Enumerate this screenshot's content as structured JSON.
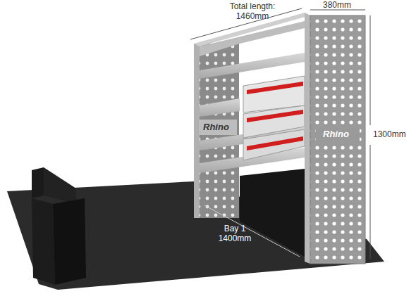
{
  "diagram": {
    "labels": [
      "Total length: 1460mm",
      "380mm",
      "1300mm",
      "Bay 1 1400mm",
      "Rhino",
      "Rhino"
    ]
  }
}
